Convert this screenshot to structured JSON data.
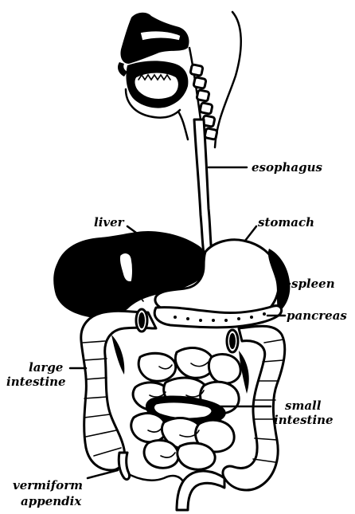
{
  "diagram": {
    "labels": {
      "esophagus": "esophagus",
      "liver": "liver",
      "stomach": "stomach",
      "spleen": "spleen",
      "pancreas": "pancreas",
      "large_intestine_1": "large",
      "large_intestine_2": "intestine",
      "small_intestine_1": "small",
      "small_intestine_2": "intestine",
      "appendix_1": "vermiform",
      "appendix_2": "appendix"
    },
    "colors": {
      "ink": "#000000",
      "background": "#ffffff"
    }
  }
}
